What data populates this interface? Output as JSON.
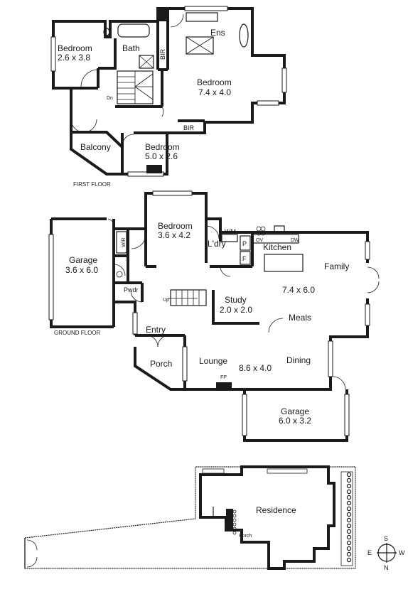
{
  "first_floor": {
    "heading": "FIRST FLOOR",
    "bedroom_nw": {
      "name": "Bedroom",
      "size": "2.6 x 3.8"
    },
    "bath": "Bath",
    "bir_vertical": "BIR",
    "ens": "Ens",
    "bedroom_main": {
      "name": "Bedroom",
      "size": "7.4 x 4.0"
    },
    "stair_dn": "Dn",
    "bir_horizontal": "BIR",
    "balcony": "Balcony",
    "bedroom_s": {
      "name": "Bedroom",
      "size": "5.0 x 2.6"
    }
  },
  "ground_floor": {
    "heading": "GROUND FLOOR",
    "garage_w": {
      "name": "Garage",
      "size": "3.6 x 6.0"
    },
    "wir": "WIR",
    "bedroom": {
      "name": "Bedroom",
      "size": "3.6 x 4.2"
    },
    "wm": "WM",
    "laundry": "L'dry",
    "p": "P",
    "f": "F",
    "ov": "OV",
    "dw": "DW",
    "kitchen": "Kitchen",
    "family": "Family",
    "pwdr": "Pwdr",
    "stair_up": "Up",
    "study": {
      "name": "Study",
      "size": "2.0 x 2.0"
    },
    "living_size": "7.4 x 6.0",
    "meals": "Meals",
    "entry": "Entry",
    "porch": "Porch",
    "lounge": "Lounge",
    "lounge_size": "8.6 x 4.0",
    "dining": "Dining",
    "fp": "FP",
    "garage_s": {
      "name": "Garage",
      "size": "6.0 x 3.2"
    }
  },
  "site": {
    "residence": "Residence",
    "porch": "Porch"
  },
  "compass": {
    "north": "N",
    "south": "S",
    "east": "E",
    "west": "W"
  }
}
